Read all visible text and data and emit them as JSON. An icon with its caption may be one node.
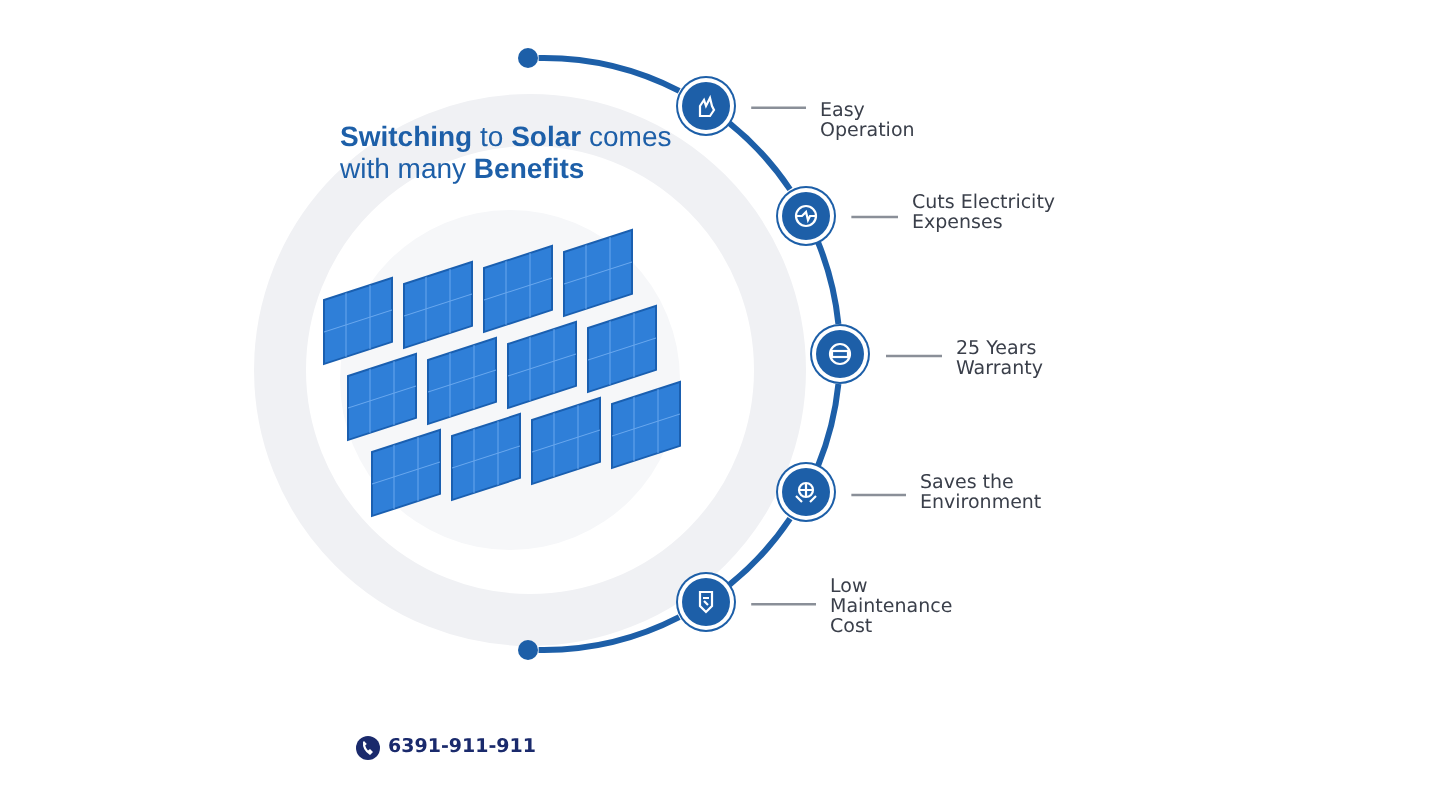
{
  "diagram": {
    "title": "**Switching** to **Solar** comes with many **Benefits**",
    "nodes": [
      {
        "text": [],
        "shape": "circle"
      },
      {
        "text": [],
        "shape": "circle"
      },
      {
        "text": [
          "Easy Operation"
        ]
      },
      {
        "text": [],
        "shape": "circle"
      },
      {
        "text": [
          "Cuts Electricity Expenses"
        ]
      },
      {
        "text": [],
        "shape": "circle"
      },
      {
        "text": [
          "25 Years Warranty"
        ]
      },
      {
        "text": [],
        "shape": "circle"
      },
      {
        "text": [
          "Saves the Environment"
        ]
      },
      {
        "text": [],
        "shape": "circle"
      },
      {
        "text": [
          "Low Maintenance Cost"
        ]
      },
      {
        "text": [],
        "shape": "circle"
      }
    ],
    "edges": [
      {
        "from": 0,
        "to": 1,
        "arrow": "none"
      },
      {
        "from": 1,
        "to": 2,
        "arrow": "none",
        "color": "#8a8f98"
      },
      {
        "from": 1,
        "to": 3,
        "arrow": "none"
      },
      {
        "from": 3,
        "to": 4,
        "arrow": "none",
        "color": "#8a8f98"
      },
      {
        "from": 3,
        "to": 5,
        "arrow": "none"
      },
      {
        "from": 5,
        "to": 6,
        "arrow": "none",
        "color": "#8a8f98"
      },
      {
        "from": 5,
        "to": 7,
        "arrow": "none"
      },
      {
        "from": 7,
        "to": 8,
        "arrow": "none",
        "color": "#8a8f98"
      },
      {
        "from": 7,
        "to": 9,
        "arrow": "none"
      },
      {
        "from": 9,
        "to": 10,
        "arrow": "none",
        "color": "#8a8f98"
      },
      {
        "from": 9,
        "to": 11,
        "arrow": "none"
      }
    ],
    "labels": [
      "6391-911-911"
    ]
  }
}
